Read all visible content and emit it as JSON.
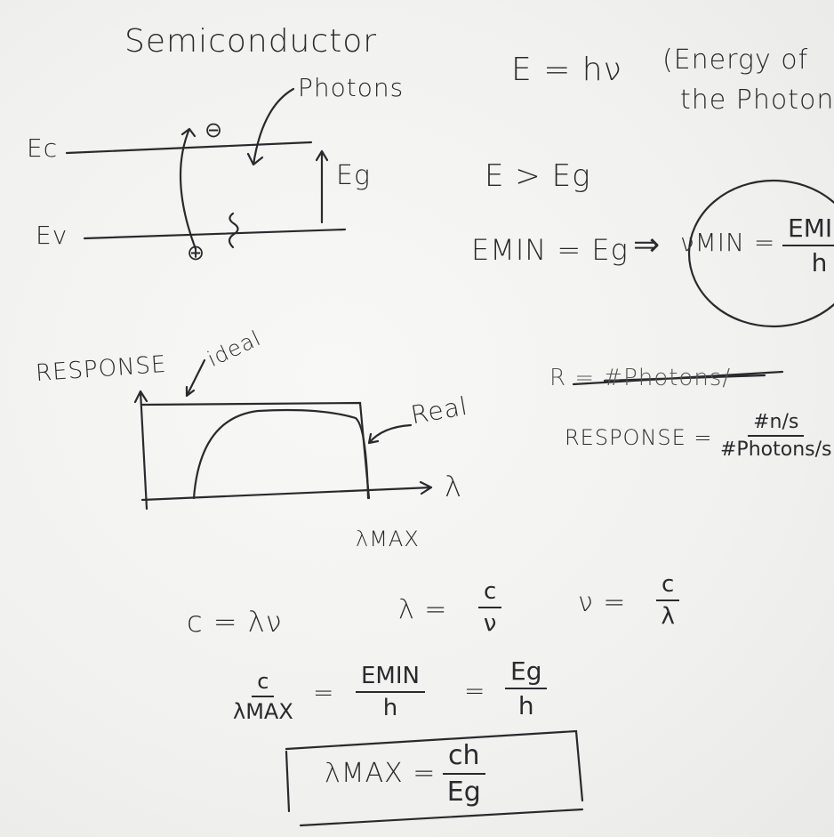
{
  "title": "Semiconductor",
  "band_diagram": {
    "photons": "Photons",
    "ec": "Ec",
    "ev": "Ev",
    "electron": "⊖",
    "hole": "⊕",
    "eg": "Eg"
  },
  "energy": {
    "formula": "E = hν",
    "note_line1": "(Energy of",
    "note_line2": "the Photon"
  },
  "condition": "E > Eg",
  "emin": {
    "lhs": "EMIN = Eg",
    "arrow": "⇒",
    "nu": "νMIN =",
    "num": "EMIN",
    "den": "h"
  },
  "graph": {
    "ylabel": "RESPONSE",
    "ideal": "ideal",
    "real": "Real",
    "xlabel": "λ",
    "lmax": "λMAX"
  },
  "response": {
    "struck": "R = #Photons/",
    "label": "RESPONSE =",
    "num": "#n/s",
    "den": "#Photons/s"
  },
  "relations": {
    "c": "c = λν",
    "lambda_lhs": "λ =",
    "lambda_num": "c",
    "lambda_den": "ν",
    "nu_lhs": "ν =",
    "nu_num": "c",
    "nu_den": "λ"
  },
  "derivation": {
    "f1_num": "c",
    "f1_den": "λMAX",
    "eq1": "=",
    "f2_num": "EMIN",
    "f2_den": "h",
    "eq2": "=",
    "f3_num": "Eg",
    "f3_den": "h"
  },
  "result": {
    "lhs": "λMAX =",
    "num": "ch",
    "den": "Eg"
  }
}
